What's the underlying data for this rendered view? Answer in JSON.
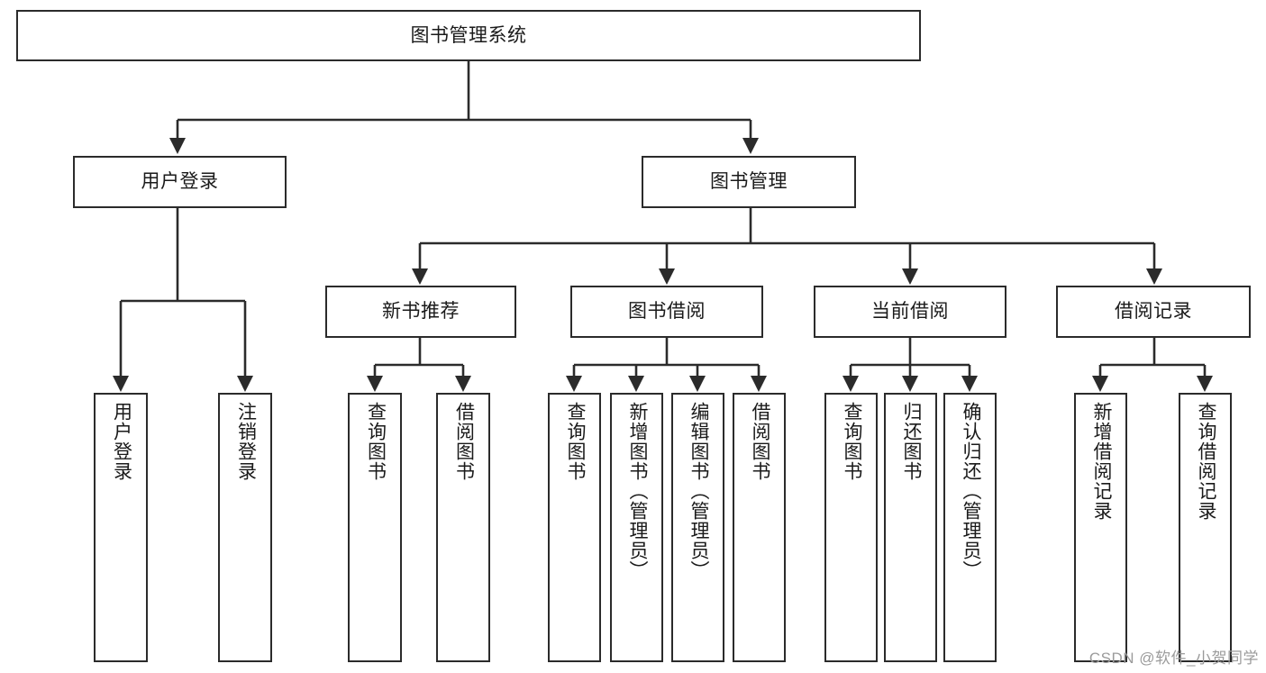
{
  "diagram": {
    "title": "图书管理系统",
    "type": "tree-hierarchy",
    "watermark": "CSDN @软件_小贺同学",
    "colors": {
      "stroke": "#2b2b2b",
      "fill": "#ffffff",
      "text": "#1a1a1a",
      "watermark": "#9b9b9b"
    },
    "nodes": {
      "root": {
        "label": "图书管理系统"
      },
      "level2": [
        {
          "id": "user-login",
          "label": "用户登录"
        },
        {
          "id": "book-manage",
          "label": "图书管理"
        }
      ],
      "level3": [
        {
          "id": "new-book-recommend",
          "label": "新书推荐"
        },
        {
          "id": "book-borrow",
          "label": "图书借阅"
        },
        {
          "id": "current-borrow",
          "label": "当前借阅"
        },
        {
          "id": "borrow-record",
          "label": "借阅记录"
        }
      ],
      "leaves": {
        "user-login": [
          {
            "id": "leaf-user-login",
            "label": "用户登录"
          },
          {
            "id": "leaf-user-logout",
            "label": "注销登录"
          }
        ],
        "new-book-recommend": [
          {
            "id": "leaf-query-book-1",
            "label": "查询图书"
          },
          {
            "id": "leaf-borrow-book-1",
            "label": "借阅图书"
          }
        ],
        "book-borrow": [
          {
            "id": "leaf-query-book-2",
            "label": "查询图书"
          },
          {
            "id": "leaf-add-book",
            "label": "新增图书（管理员）"
          },
          {
            "id": "leaf-edit-book",
            "label": "编辑图书（管理员）"
          },
          {
            "id": "leaf-borrow-book-2",
            "label": "借阅图书"
          }
        ],
        "current-borrow": [
          {
            "id": "leaf-query-book-3",
            "label": "查询图书"
          },
          {
            "id": "leaf-return-book",
            "label": "归还图书"
          },
          {
            "id": "leaf-confirm-return",
            "label": "确认归还（管理员）"
          }
        ],
        "borrow-record": [
          {
            "id": "leaf-add-record",
            "label": "新增借阅记录"
          },
          {
            "id": "leaf-query-record",
            "label": "查询借阅记录"
          }
        ]
      }
    }
  }
}
